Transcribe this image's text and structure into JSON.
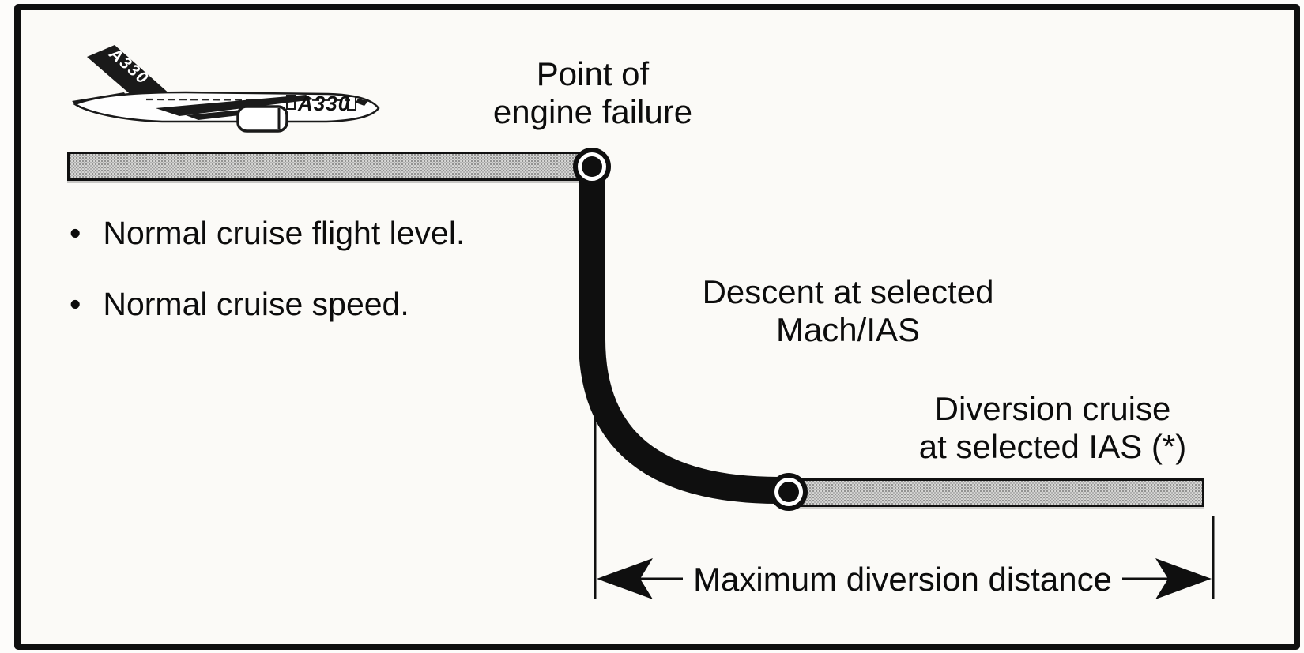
{
  "figure": {
    "type": "engine-failure-diversion-profile-diagram",
    "aircraft": {
      "tail_text": "A330",
      "fuselage_text": "A330"
    },
    "labels": {
      "point_of_failure": {
        "line1": "Point of",
        "line2": "engine failure"
      },
      "descent": {
        "line1": "Descent at selected",
        "line2": "Mach/IAS"
      },
      "diversion": {
        "line1": "Diversion cruise",
        "line2": "at selected IAS (*)"
      },
      "max_distance": "Maximum diversion distance"
    },
    "bullets": {
      "bullet_char": "•",
      "items": [
        {
          "text": "Normal cruise flight level."
        },
        {
          "text": "Normal cruise speed."
        }
      ]
    },
    "colors": {
      "ink": "#0f0f0f",
      "bar_fill": "#d7d7d5",
      "bar_dot": "#8f8f8f",
      "background": "#fbfaf7"
    }
  }
}
